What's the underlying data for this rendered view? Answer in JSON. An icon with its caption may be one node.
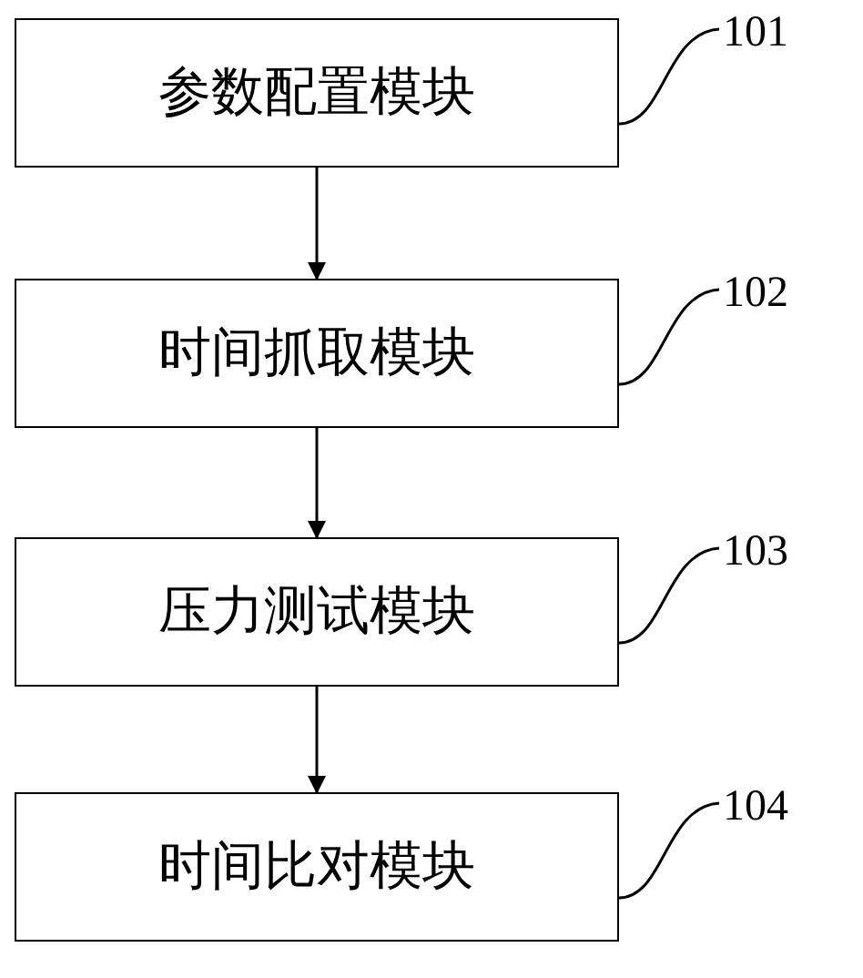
{
  "diagram": {
    "nodes": [
      {
        "text": [
          "参数配置模块"
        ]
      },
      {
        "text": [
          "101"
        ]
      },
      {
        "text": [
          "时间抓取模块"
        ]
      },
      {
        "text": [
          "102"
        ]
      },
      {
        "text": [
          "压力测试模块"
        ]
      },
      {
        "text": [
          "103"
        ]
      },
      {
        "text": [
          "时间比对模块"
        ]
      },
      {
        "text": [
          "104"
        ]
      }
    ],
    "edges": [
      {
        "from": 0,
        "to": 2,
        "arrow": "to"
      },
      {
        "from": 2,
        "to": 4,
        "arrow": "to"
      },
      {
        "from": 4,
        "to": 6,
        "arrow": "to"
      },
      {
        "from": 1,
        "to": 0,
        "arrow": "none"
      },
      {
        "from": 3,
        "to": 2,
        "arrow": "none"
      },
      {
        "from": 5,
        "to": 4,
        "arrow": "none"
      },
      {
        "from": 7,
        "to": 6,
        "arrow": "none"
      }
    ]
  }
}
